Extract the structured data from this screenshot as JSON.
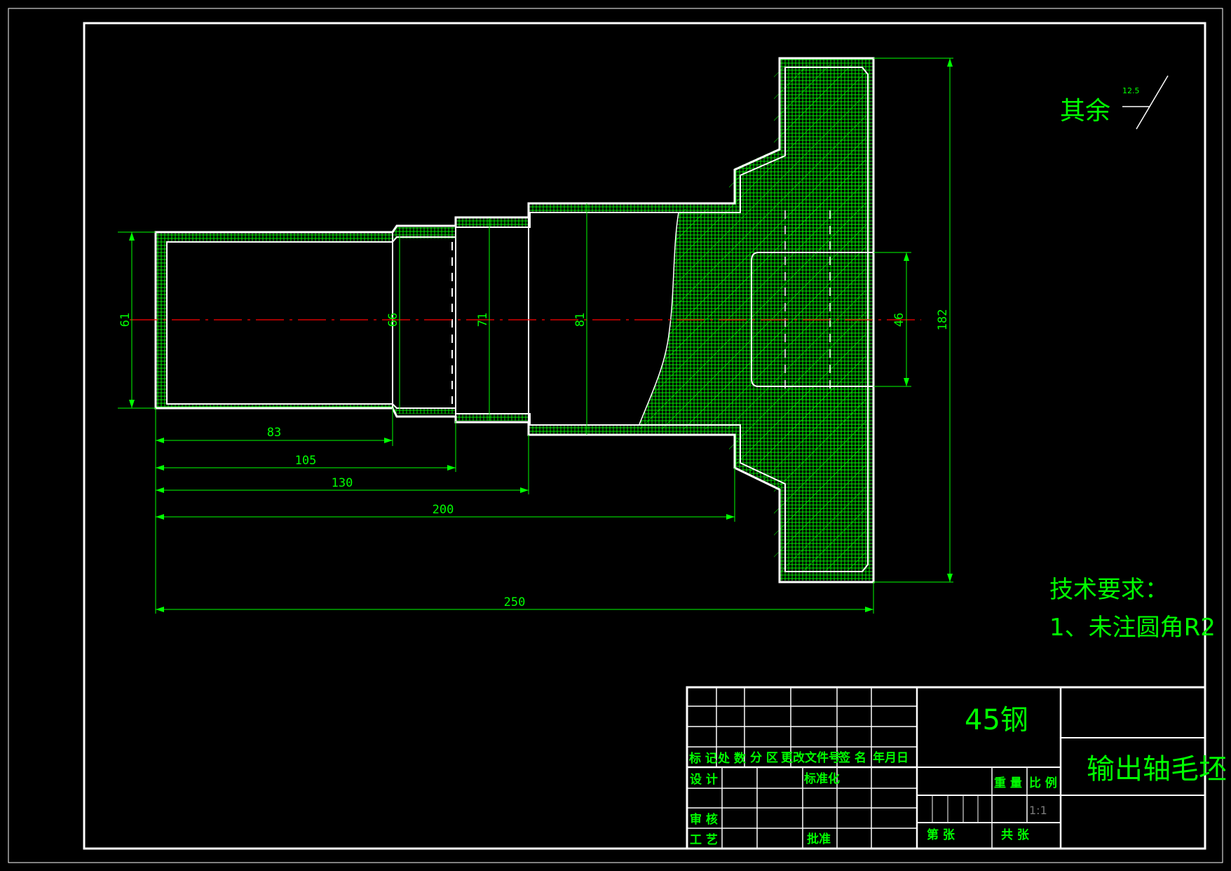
{
  "drawing": {
    "surface_note_label": "其余",
    "roughness_value": "12.5",
    "tech_requirements_title": "技术要求：",
    "tech_requirements_item1": "1、未注圆角R2",
    "colors": {
      "background": "#000000",
      "outline": "#ffffff",
      "dimension": "#00ff00",
      "centerline": "#ff0000"
    }
  },
  "dimensions": {
    "d61": "61",
    "d66": "66",
    "d71": "71",
    "d81": "81",
    "d46": "46",
    "d182": "182",
    "l83": "83",
    "l105": "105",
    "l130": "130",
    "l200": "200",
    "l250": "250"
  },
  "title_block": {
    "material": "45钢",
    "part_name": "输出轴毛坯",
    "scale": "1:1",
    "headers": {
      "mark": "标 记",
      "count": "处 数",
      "zone": "分 区",
      "change_doc": "更改文件号",
      "signature": "签 名",
      "date": "年月日",
      "design": "设 计",
      "standardize": "标准化",
      "review": "审 核",
      "process": "工 艺",
      "approve": "批准",
      "weight": "重 量",
      "ratio": "比 例",
      "sheet_no": "第   张",
      "sheet_total": "共   张"
    }
  }
}
